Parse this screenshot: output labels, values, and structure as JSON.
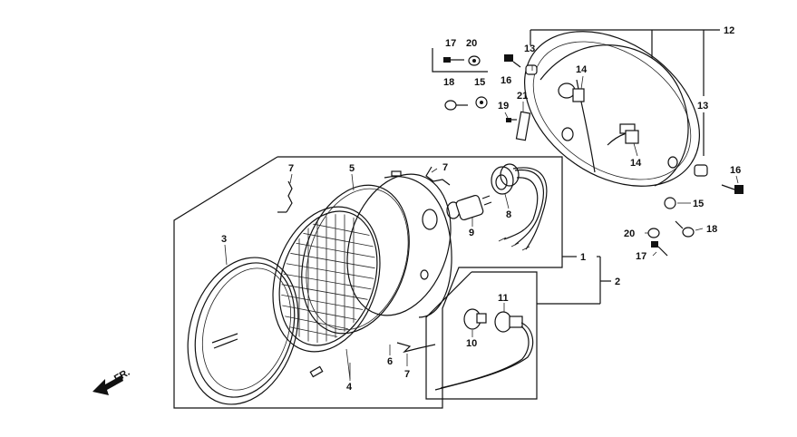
{
  "labels": {
    "p1": "1",
    "p2": "2",
    "p3": "3",
    "p4": "4",
    "p5": "5",
    "p6": "6",
    "p7a": "7",
    "p7b": "7",
    "p7c": "7",
    "p8": "8",
    "p9": "9",
    "p10": "10",
    "p11": "11",
    "p12": "12",
    "p13a": "13",
    "p13b": "13",
    "p14a": "14",
    "p14b": "14",
    "p15a": "15",
    "p15b": "15",
    "p16a": "16",
    "p16b": "16",
    "p17a": "17",
    "p17b": "17",
    "p18a": "18",
    "p18b": "18",
    "p19": "19",
    "p20a": "20",
    "p20b": "20",
    "p21": "21"
  },
  "front_indicator": "FR."
}
